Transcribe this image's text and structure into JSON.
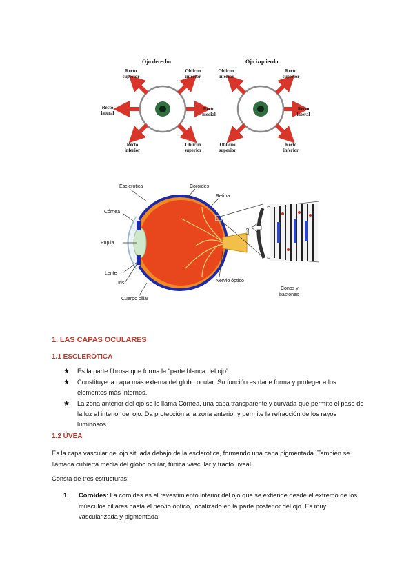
{
  "figure1": {
    "title_right": "Ojo derecho",
    "title_left": "Ojo izquierdo",
    "right_eye": {
      "recto_superior": [
        "Recto",
        "superior"
      ],
      "oblicuo_inferior": [
        "Oblicuo",
        "inferior"
      ],
      "recto_lateral": [
        "Recto",
        "lateral"
      ],
      "recto_medial": [
        "Recto",
        "medial"
      ],
      "recto_inferior": [
        "Recto",
        "inferior"
      ],
      "oblicuo_superior": [
        "Oblicuo",
        "superior"
      ]
    },
    "left_eye": {
      "oblicuo_inferior": [
        "Oblicuo",
        "inferior"
      ],
      "recto_superior": [
        "Recto",
        "superior"
      ],
      "recto_lateral": [
        "Recto",
        "lateral"
      ],
      "oblicuo_superior": [
        "Oblicuo",
        "superior"
      ],
      "recto_inferior": [
        "Recto",
        "inferior"
      ]
    },
    "colors": {
      "arrow": "#d9362b",
      "iris": "#2f6e3e"
    }
  },
  "figure2": {
    "labels": {
      "esclerotica": "Esclerótica",
      "coroides": "Coroides",
      "retina": "Retina",
      "cornea": "Córnea",
      "pupila": "Pupila",
      "lente": "Lente",
      "iris": "Iris",
      "cuerpo_ciliar": "Cuerpo ciliar",
      "nervio_optico": "Nervio óptico",
      "conos_1": "Conos y",
      "conos_2": "bastones",
      "luz": "Luz"
    },
    "colors": {
      "globe": "#e8471d",
      "sclera": "#1f2aa8",
      "lens": "#cfe8c9"
    }
  },
  "section1": {
    "heading": "1. LAS CAPAS OCULARES"
  },
  "section1_1": {
    "heading": "1.1 ESCLERÓTICA",
    "bullets": [
      "Es la parte fibrosa que forma la “parte blanca del ojo”.",
      "Constituye la capa más externa del globo ocular. Su función es darle forma y proteger a los elementos más internos.",
      "La zona anterior del ojo se le llama Córnea, una capa transparente y curvada que permite el paso de la luz al interior del ojo. Da protección a la zona anterior y permite la refracción de los rayos luminosos."
    ]
  },
  "section1_2": {
    "heading": "1.2 ÚVEA",
    "paragraph": "Es la capa vascular del ojo situada debajo de la esclerótica, formando una capa pigmentada. También se llamada cubierta media del globo ocular, túnica vascular y tracto uveal.",
    "intro": "Consta de tres estructuras:",
    "items": [
      {
        "num": "1.",
        "term": "Coroides",
        "text": ": La coroides es el revestimiento interior del ojo que se extiende desde el extremo de los músculos ciliares hasta el nervio óptico, localizado en la parte posterior del ojo. Es muy vascularizada y pigmentada."
      }
    ]
  }
}
